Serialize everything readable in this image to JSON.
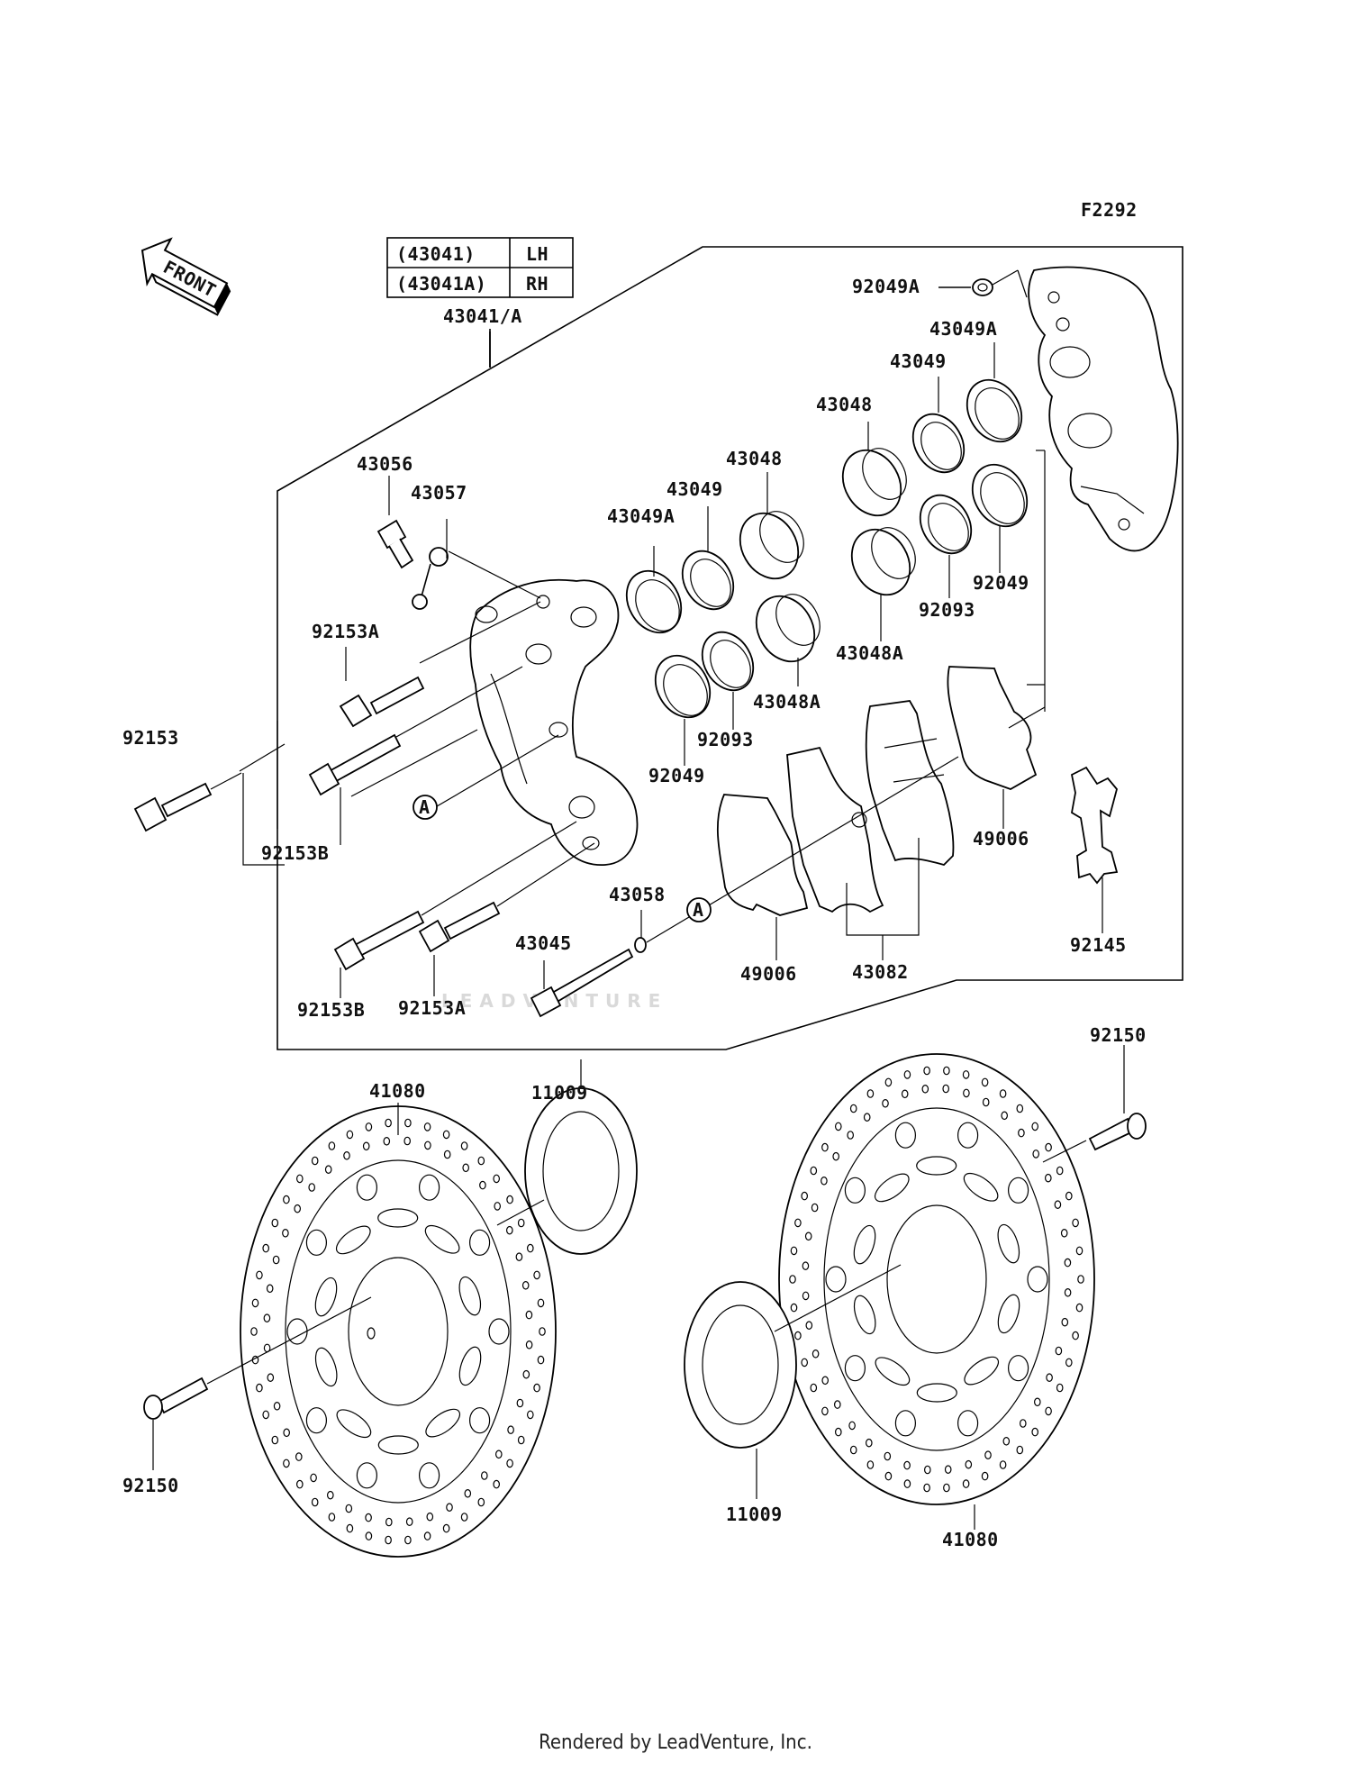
{
  "figure_code": "F2292",
  "front_label": "FRONT",
  "table": {
    "rows": [
      {
        "part": "(43041)",
        "side": "LH"
      },
      {
        "part": "(43041A)",
        "side": "RH"
      }
    ]
  },
  "callout_marker": "A",
  "labels": {
    "caliper_assy": "43041/A",
    "bleeder_valve": "43056",
    "bleeder_cap": "43057",
    "nut_92049A": "92049A",
    "seal_43049A_right": "43049A",
    "seal_43049_right": "43049",
    "piston_43048_right": "43048",
    "piston_43048_mid": "43048",
    "seal_43049_mid": "43049",
    "seal_43049A_left": "43049A",
    "seal_92049_right": "92049",
    "seal_92093_right": "92093",
    "piston_43048A_right": "43048A",
    "piston_43048A_mid": "43048A",
    "seal_92093_mid": "92093",
    "seal_92049_mid": "92049",
    "bolt_92153A_top": "92153A",
    "bolt_92153": "92153",
    "bolt_92153B_top": "92153B",
    "pin_seal_43058": "43058",
    "pin_43045": "43045",
    "bolt_92153B_bottom": "92153B",
    "bolt_92153A_bottom": "92153A",
    "shim_49006_right": "49006",
    "shim_49006_left": "49006",
    "pads_43082": "43082",
    "spring_92145": "92145",
    "disc_41080_left": "41080",
    "shim_11009_left": "11009",
    "bolt_92150_right": "92150",
    "bolt_92150_left": "92150",
    "shim_11009_right": "11009",
    "disc_41080_right": "41080"
  },
  "watermark": "LEADVENTURE",
  "footer": "Rendered by LeadVenture, Inc."
}
